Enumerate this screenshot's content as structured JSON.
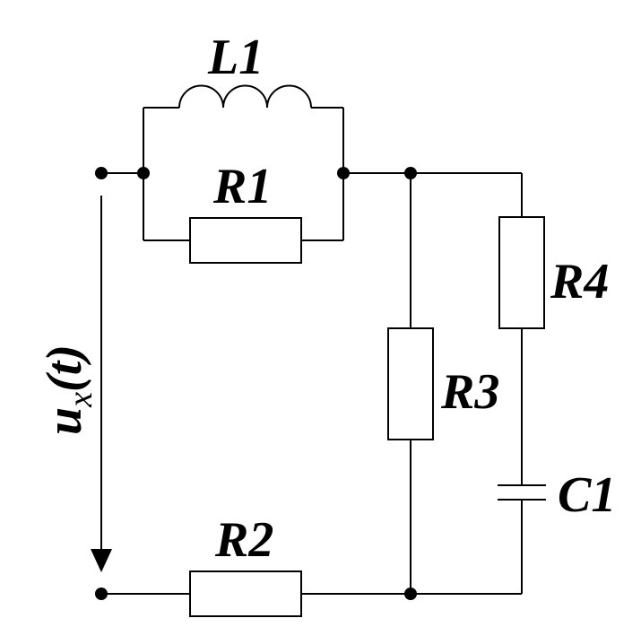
{
  "labels": {
    "L1": "L1",
    "R1": "R1",
    "R2": "R2",
    "R3": "R3",
    "R4": "R4",
    "C1": "C1",
    "voltage_main": "u",
    "voltage_sub": "x",
    "voltage_arg": "(t)"
  }
}
